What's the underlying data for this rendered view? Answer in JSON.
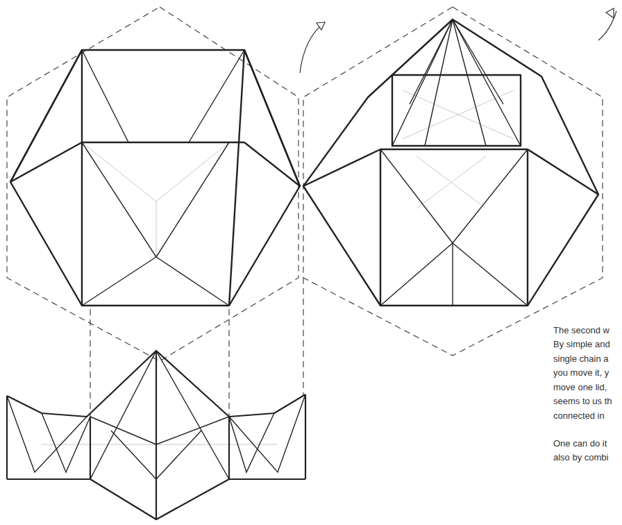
{
  "diagram": {
    "labels": [
      "The second w",
      "By simple and",
      "single chain a",
      "you move it, y",
      "move one lid,",
      "seems to us th",
      "connected in",
      "One can do it",
      "also by combi"
    ]
  }
}
